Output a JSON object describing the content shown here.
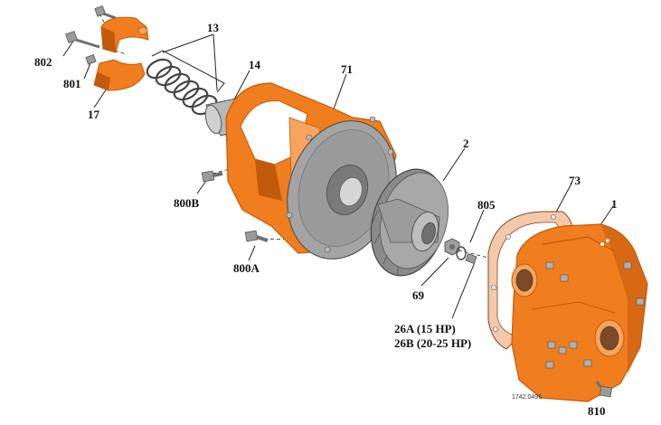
{
  "colors": {
    "orange": "#f07d1e",
    "orange_dark": "#c25a0c",
    "orange_light": "#f7a45c",
    "steel": "#9a9a9a",
    "steel_dark": "#6e6e6e",
    "steel_light": "#d0d0d0",
    "gasket": "#f4c8a8",
    "line": "#222222"
  },
  "callouts": {
    "c13": "13",
    "c802": "802",
    "c801": "801",
    "c17": "17",
    "c14": "14",
    "c71": "71",
    "c2": "2",
    "c73": "73",
    "c1": "1",
    "c800b": "800B",
    "c805": "805",
    "c800a": "800A",
    "c69": "69",
    "c26a": "26A (15 HP)",
    "c26b": "26B (20-25 HP)",
    "c810": "810"
  },
  "drawing_number": "1742.0495"
}
